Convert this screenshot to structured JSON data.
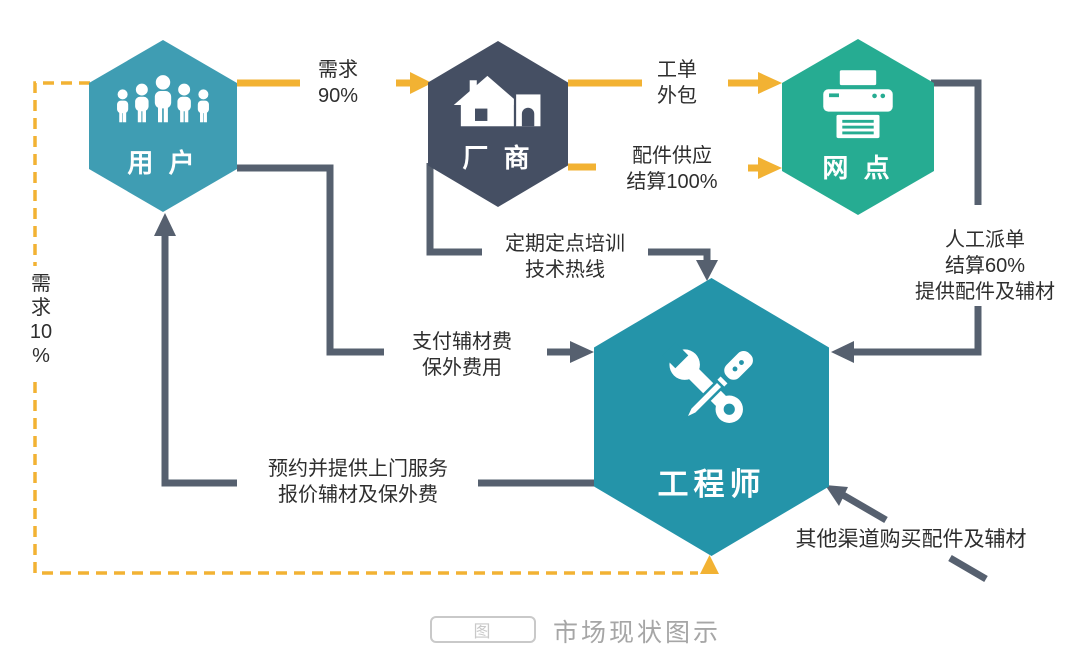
{
  "diagram": {
    "nodes": {
      "user": {
        "label": "用 户",
        "icon": "users-icon",
        "color": "#3f9db3"
      },
      "manufacturer": {
        "label": "厂 商",
        "icon": "house-icon",
        "color": "#454f63"
      },
      "outlet": {
        "label": "网 点",
        "icon": "printer-icon",
        "color": "#26ac92"
      },
      "engineer": {
        "label": "工程师",
        "icon": "tools-icon",
        "color": "#2494a9"
      }
    },
    "edges": {
      "demand90": {
        "line1": "需求",
        "line2": "90%"
      },
      "work_order": {
        "line1": "工单",
        "line2": "外包"
      },
      "parts_supply": {
        "line1": "配件供应",
        "line2": "结算100%"
      },
      "training": {
        "line1": "定期定点培训",
        "line2": "技术热线"
      },
      "dispatch": {
        "line1": "人工派单",
        "line2": "结算60%",
        "line3": "提供配件及辅材"
      },
      "pay_fees": {
        "line1": "支付辅材费",
        "line2": "保外费用"
      },
      "appointment": {
        "line1": "预约并提供上门服务",
        "line2": "报价辅材及保外费"
      },
      "demand10": {
        "line1": "需",
        "line2": "求",
        "line3": "10",
        "line4": "%"
      },
      "other_channel": {
        "line1": "其他渠道购买配件及辅材"
      }
    },
    "colors": {
      "arrow_yellow": "#f2b233",
      "arrow_dark": "#56606f",
      "label_text": "#2e2e2e",
      "caption_gray": "#a6a6a6"
    }
  },
  "caption": {
    "tag": "图",
    "title": "市场现状图示"
  }
}
